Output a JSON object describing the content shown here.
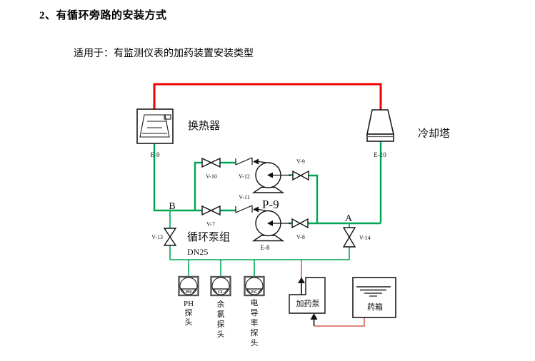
{
  "page": {
    "title": "2、有循环旁路的安装方式",
    "subtitle": "适用于：有监测仪表的加药装置安装类型"
  },
  "colors": {
    "hot_pipe": "#f00000",
    "cool_pipe": "#00a651",
    "dosing_pipe": "#d9736b"
  },
  "diagram": {
    "heat_exchanger": {
      "label": "换热器",
      "tag": "E-9"
    },
    "cooling_tower": {
      "label": "冷却塔",
      "tag": "E-10"
    },
    "junction_b": "B",
    "junction_a": "A",
    "pump_group": {
      "label": "循环泵组",
      "pipe_size": "DN25",
      "top_pump_tag": "P-9",
      "bottom_pump_tag": "E-8"
    },
    "valves": {
      "v7": "V-7",
      "v8": "V-8",
      "v9": "V-9",
      "v10": "V-10",
      "v11": "V-11",
      "v12": "V-12",
      "v13": "V-13",
      "v14": "V-14"
    },
    "probes": [
      {
        "tag": "PH",
        "chars": [
          "PH",
          "探",
          "头"
        ]
      },
      {
        "tag": "CL",
        "chars": [
          "余",
          "氯",
          "探",
          "头"
        ]
      },
      {
        "tag": "EC",
        "chars": [
          "电",
          "导",
          "率",
          "探",
          "头"
        ]
      }
    ],
    "dosing_pump_label": "加药泵",
    "tank_label": "药箱"
  }
}
